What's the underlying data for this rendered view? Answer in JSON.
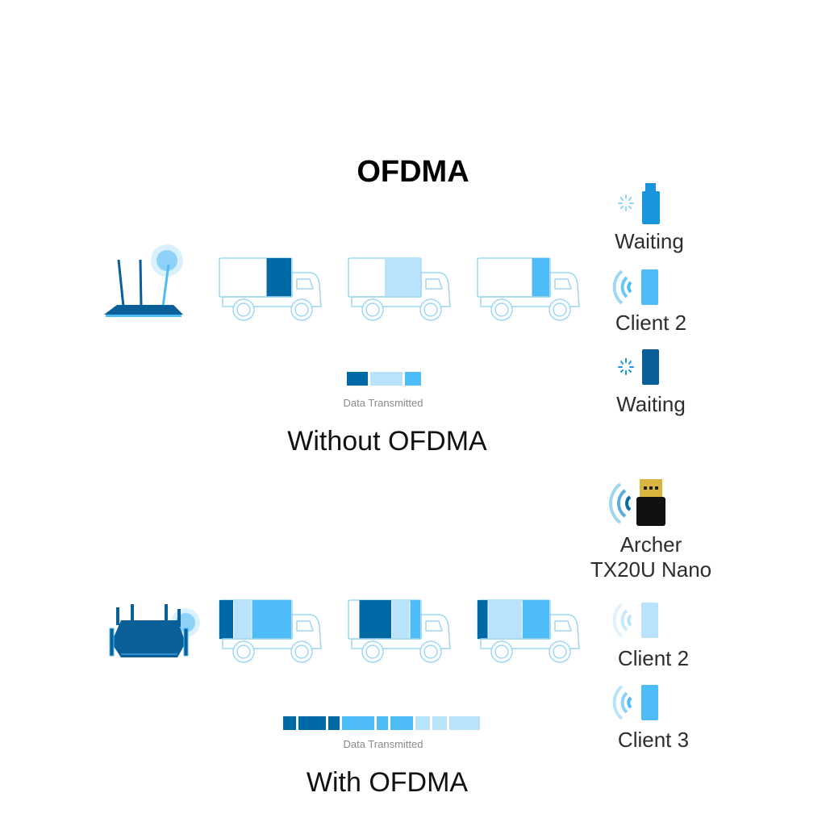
{
  "title": "OFDMA",
  "colors": {
    "dark": "#006aa6",
    "light": "#b8e3fb",
    "mid": "#4dbcf7",
    "outline": "#9fd7f3",
    "router": "#0a5f99"
  },
  "without": {
    "caption": "Without OFDMA",
    "legend_label": "Data Transmitted",
    "legend_segments": [
      "dark",
      "light",
      "mid"
    ],
    "trucks": [
      {
        "cargo": [
          {
            "color": "dark",
            "share": 0.35
          }
        ]
      },
      {
        "cargo": [
          {
            "color": "light",
            "share": 0.5
          }
        ]
      },
      {
        "cargo": [
          {
            "color": "mid",
            "share": 0.25
          }
        ]
      }
    ],
    "clients": [
      {
        "label": "Waiting",
        "icon": "phone-waiting-icon",
        "color": "mid"
      },
      {
        "label": "Client 2",
        "icon": "phone-signal-icon",
        "color": "mid"
      },
      {
        "label": "Waiting",
        "icon": "phone-waiting-icon",
        "color": "dark"
      }
    ]
  },
  "with": {
    "caption": "With OFDMA",
    "legend_label": "Data Transmitted",
    "legend_segments": [
      "dark",
      "dark",
      "dark",
      "mid",
      "mid",
      "mid",
      "light",
      "light",
      "light"
    ],
    "trucks": [
      {
        "cargo": [
          {
            "color": "dark",
            "share": 0.2
          },
          {
            "color": "light",
            "share": 0.25
          },
          {
            "color": "mid",
            "share": 0.55
          }
        ]
      },
      {
        "cargo": [
          {
            "color": "dark",
            "share": 0.45
          },
          {
            "color": "light",
            "share": 0.25
          },
          {
            "color": "mid",
            "share": 0.15
          }
        ]
      },
      {
        "cargo": [
          {
            "color": "dark",
            "share": 0.15
          },
          {
            "color": "light",
            "share": 0.47
          },
          {
            "color": "mid",
            "share": 0.38
          }
        ]
      }
    ],
    "clients": [
      {
        "label": "Archer\nTX20U Nano",
        "label_line1": "Archer",
        "label_line2": "TX20U Nano",
        "icon": "usb-adapter-icon"
      },
      {
        "label": "Client 2",
        "icon": "phone-signal-icon",
        "color": "light"
      },
      {
        "label": "Client 3",
        "icon": "phone-signal-icon",
        "color": "mid"
      }
    ]
  }
}
